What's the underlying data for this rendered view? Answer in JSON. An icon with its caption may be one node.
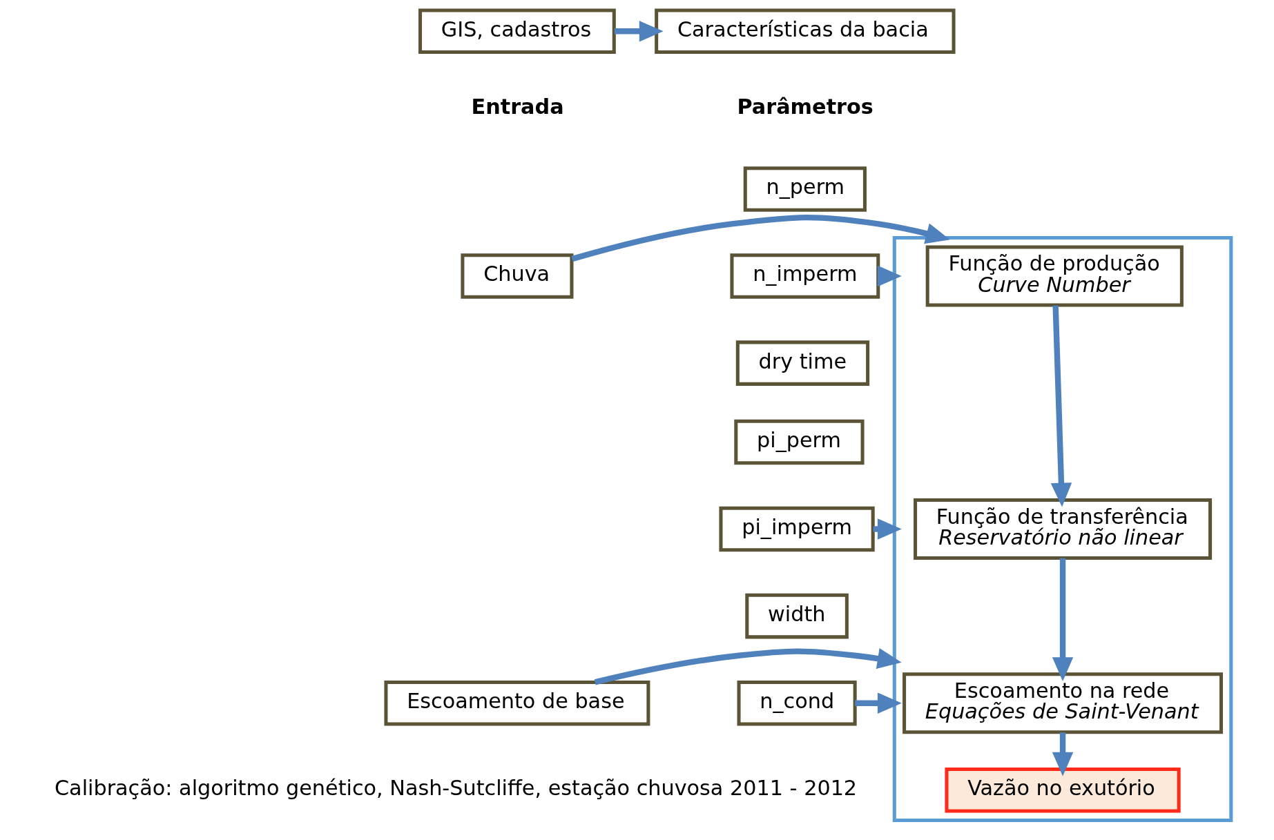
{
  "diagram": {
    "nodes": [
      {
        "text": [
          "GIS, cadastros"
        ]
      },
      {
        "text": [
          "Características da bacia"
        ]
      },
      {
        "text": [
          "Chuva"
        ]
      },
      {
        "text": [],
        "shape": "box"
      },
      {
        "text": [
          "Função de produção",
          "Curve Number"
        ],
        "in": 3
      },
      {
        "text": [
          "Função de transferência",
          "Reservatório não linear"
        ],
        "in": 3
      },
      {
        "text": [
          "Escoamento na rede",
          "Equações de Saint-Venant"
        ],
        "in": 3
      },
      {
        "text": [
          "Vazão no exutório"
        ],
        "in": 3
      },
      {
        "text": [
          "Escoamento de base"
        ]
      },
      {
        "text": [
          "n_perm"
        ]
      },
      {
        "text": [
          "n_imperm"
        ]
      },
      {
        "text": [
          "dry time"
        ]
      },
      {
        "text": [
          "pi_perm"
        ]
      },
      {
        "text": [
          "pi_imperm"
        ]
      },
      {
        "text": [
          "width"
        ]
      },
      {
        "text": [
          "n_cond"
        ]
      }
    ],
    "edges": [
      {
        "from": 0,
        "to": 1,
        "arrow": "to"
      },
      {
        "from": 2,
        "to": 3,
        "arrow": "to"
      },
      {
        "from": 8,
        "to": 3,
        "arrow": "to"
      },
      {
        "from": 4,
        "to": 5,
        "arrow": "to"
      },
      {
        "from": 5,
        "to": 6,
        "arrow": "to"
      },
      {
        "from": 6,
        "to": 7,
        "arrow": "to"
      },
      {
        "from": 10,
        "to": 3,
        "arrow": "to"
      },
      {
        "from": 13,
        "to": 3,
        "arrow": "to"
      },
      {
        "from": 15,
        "to": 3,
        "arrow": "to"
      }
    ],
    "labels": [
      "Entrada",
      "Parâmetros",
      "Calibração: algoritmo genético, Nash-Sutcliffe, estação chuvosa 2011 - 2012"
    ]
  }
}
